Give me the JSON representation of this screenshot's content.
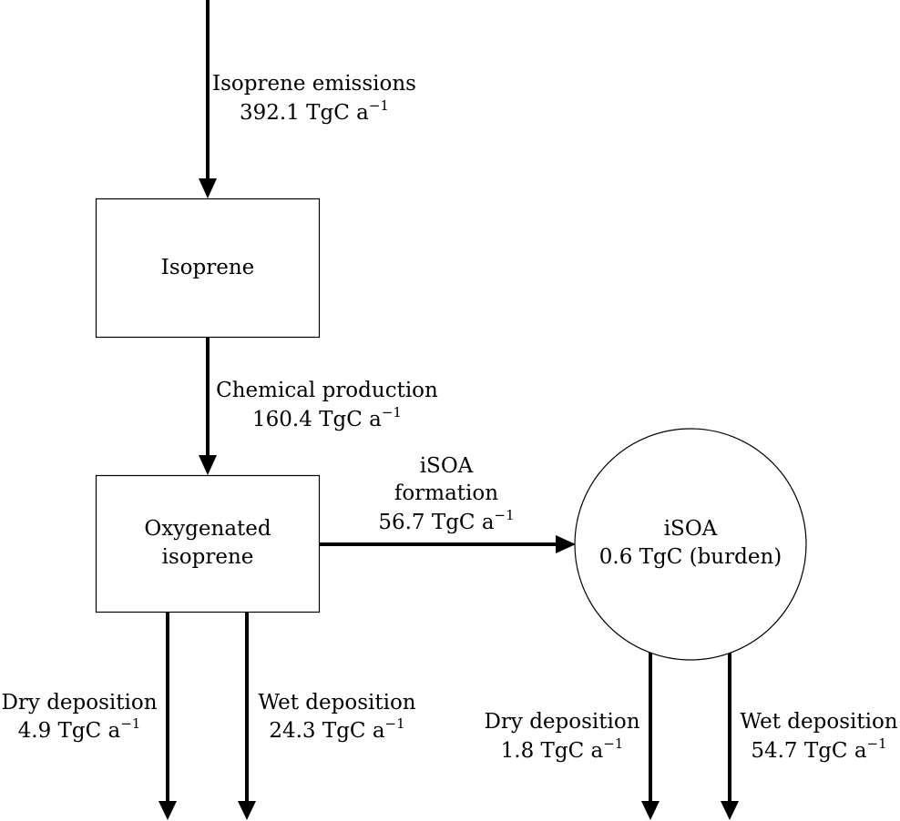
{
  "nodes": {
    "isoprene": {
      "label": "Isoprene"
    },
    "oxygenated": {
      "line1": "Oxygenated",
      "line2": "isoprene"
    },
    "isoa": {
      "line1": "iSOA",
      "line2": "0.6 TgC (burden)"
    }
  },
  "flows": {
    "emissions": {
      "name": "Isoprene emissions",
      "value": "392.1 TgC a",
      "exp": "−1"
    },
    "chem_prod": {
      "name": "Chemical production",
      "value": "160.4 TgC a",
      "exp": "−1"
    },
    "isoa_formation": {
      "name1": "iSOA",
      "name2": "formation",
      "value": "56.7 TgC a",
      "exp": "−1"
    },
    "oxy_dry": {
      "name": "Dry deposition",
      "value": "4.9 TgC a",
      "exp": "−1"
    },
    "oxy_wet": {
      "name": "Wet deposition",
      "value": "24.3 TgC a",
      "exp": "−1"
    },
    "isoa_dry": {
      "name": "Dry deposition",
      "value": "1.8 TgC a",
      "exp": "−1"
    },
    "isoa_wet": {
      "name": "Wet deposition",
      "value": "54.7 TgC a",
      "exp": "−1"
    }
  },
  "colors": {
    "line": "#000000",
    "background": "#ffffff"
  }
}
